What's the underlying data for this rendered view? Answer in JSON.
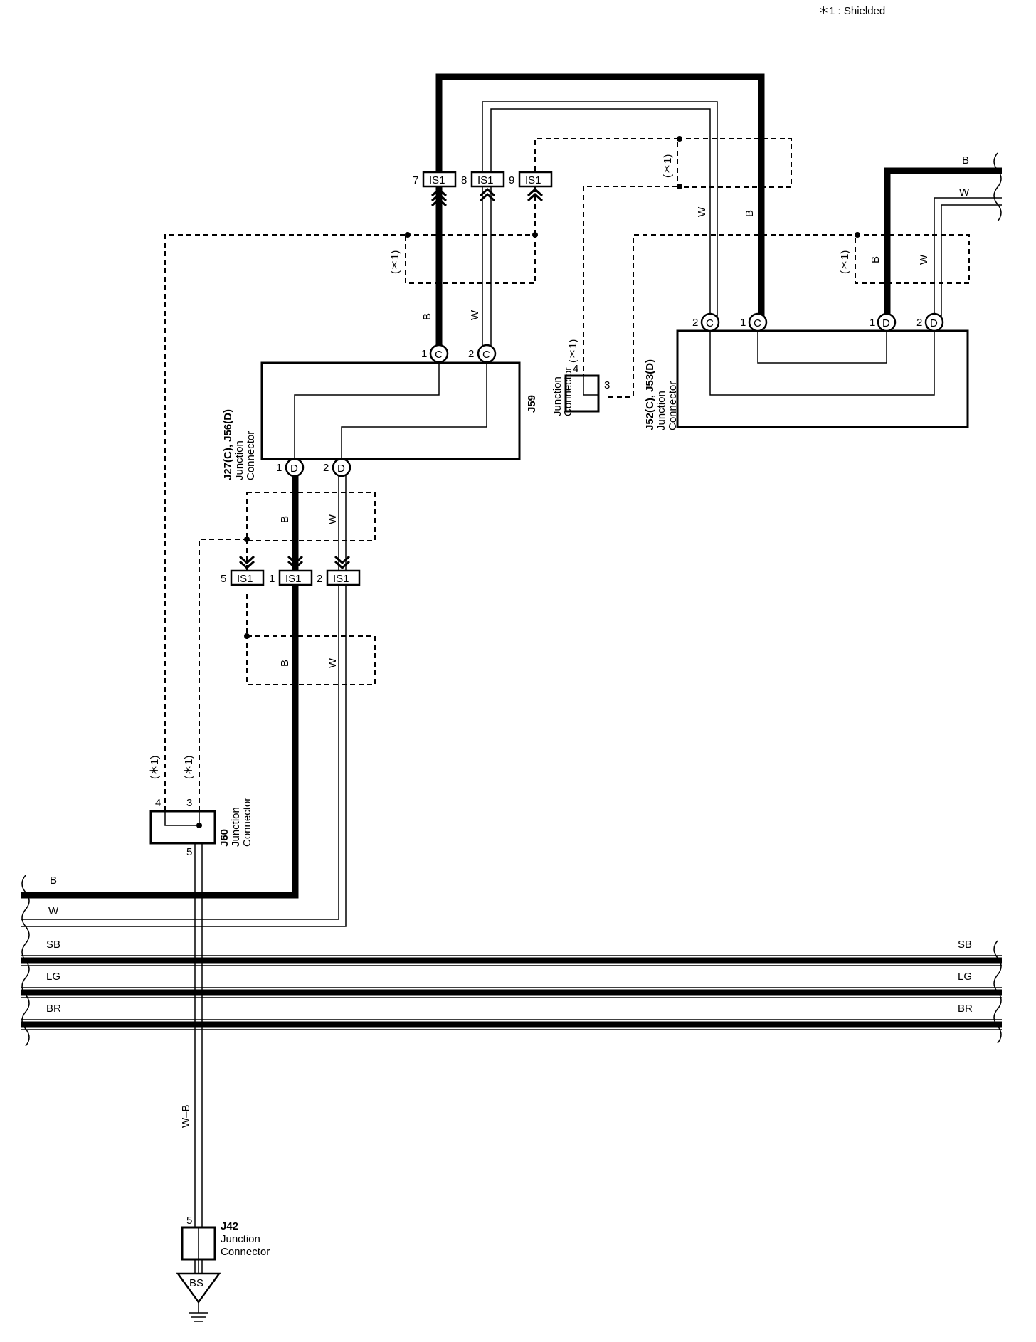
{
  "legend": {
    "shielded_note": "＊1 : Shielded"
  },
  "shield_mark": "(＊1)",
  "connector_code": "IS1",
  "wire_colors": {
    "b": "B",
    "w": "W",
    "sb": "SB",
    "lg": "LG",
    "br": "BR",
    "wb": "W–B"
  },
  "connectors": {
    "j59": "J59",
    "j27_j56": {
      "id": "J27(C), J56(D)",
      "line1": "Junction",
      "line2": "Connector"
    },
    "j52_j53": {
      "id": "J52(C), J53(D)",
      "line1": "Junction",
      "line2": "Connector"
    },
    "jc_mid": {
      "line1": "Junction",
      "line2": "Connector"
    },
    "j60": {
      "id": "J60",
      "line1": "Junction",
      "line2": "Connector"
    },
    "j42": {
      "id": "J42",
      "line1": "Junction",
      "line2": "Connector"
    }
  },
  "pins": {
    "p1": "1",
    "p2": "2",
    "p3": "3",
    "p4": "4",
    "p5": "5",
    "p7": "7",
    "p8": "8",
    "p9": "9",
    "c": "C",
    "d": "D"
  },
  "ground": "BS"
}
